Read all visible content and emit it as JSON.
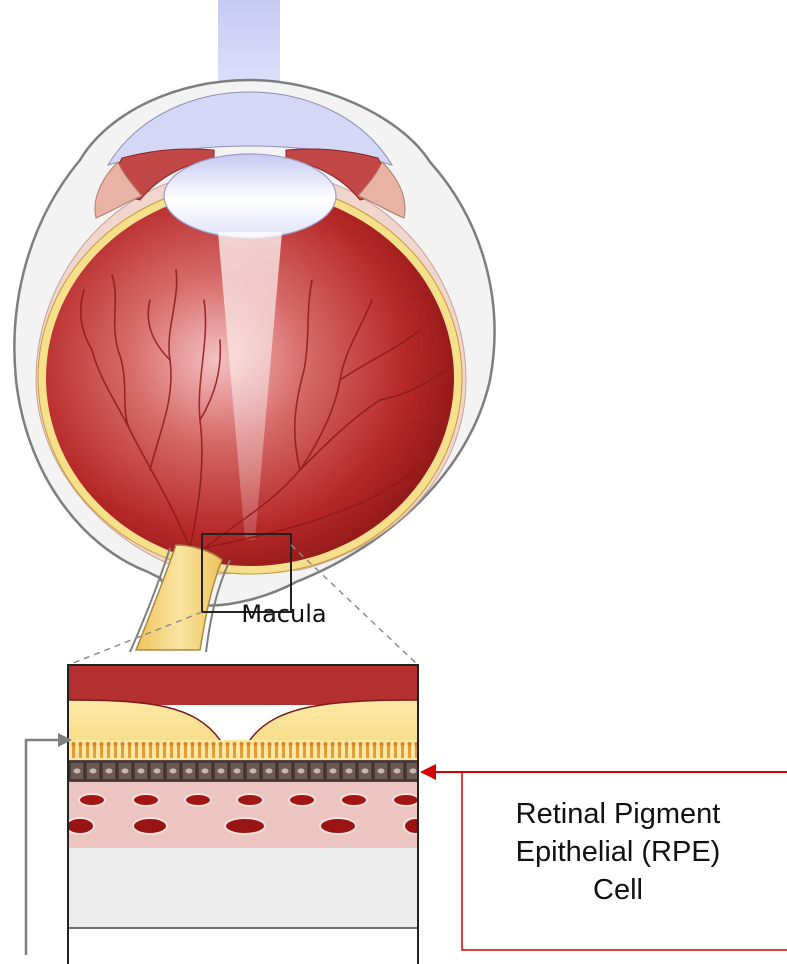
{
  "labels": {
    "macula": "Macula",
    "rpe_line1": "Retinal Pigment",
    "rpe_line2": "Epithelial (RPE)",
    "rpe_line3": "Cell"
  },
  "colors": {
    "light_beam": "#c9cdf2",
    "eyeball_red": "#b52a2a",
    "eyeball_dark": "#8a1414",
    "sclera": "#f3f3f3",
    "retina_yellow": "#f6e08c",
    "optic_nerve": "#f0c868",
    "lens": "#e2e4fb",
    "rpe_brown": "#4a3a36",
    "choroid_pink": "#eac0bd",
    "vessel_red": "#a31616",
    "sclera_layer": "#ececec",
    "pointer_red": "#d40000",
    "pointer_gray": "#808080"
  },
  "icons": [
    "eye-cross-section",
    "magnified-layers",
    "arrow-pointer"
  ]
}
